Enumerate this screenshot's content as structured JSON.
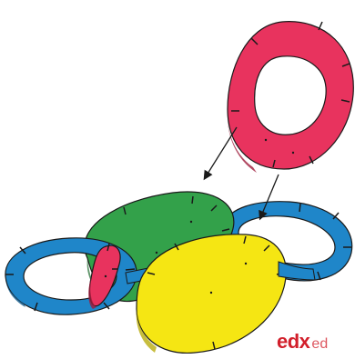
{
  "illustration": {
    "pieces": [
      {
        "name": "red-ring",
        "color": "#e8335e"
      },
      {
        "name": "green-disc",
        "color": "#33a14a"
      },
      {
        "name": "blue-ring-left",
        "color": "#1f86c9"
      },
      {
        "name": "blue-ring-right",
        "color": "#1f86c9"
      },
      {
        "name": "yellow-disc",
        "color": "#f5e613"
      },
      {
        "name": "small-red-disc",
        "color": "#e8335e"
      }
    ],
    "outline_color": "#1a1a1a",
    "arrow_count": 2
  },
  "brand": {
    "main": "edx",
    "tail": "ed",
    "color": "#d21f2b"
  }
}
